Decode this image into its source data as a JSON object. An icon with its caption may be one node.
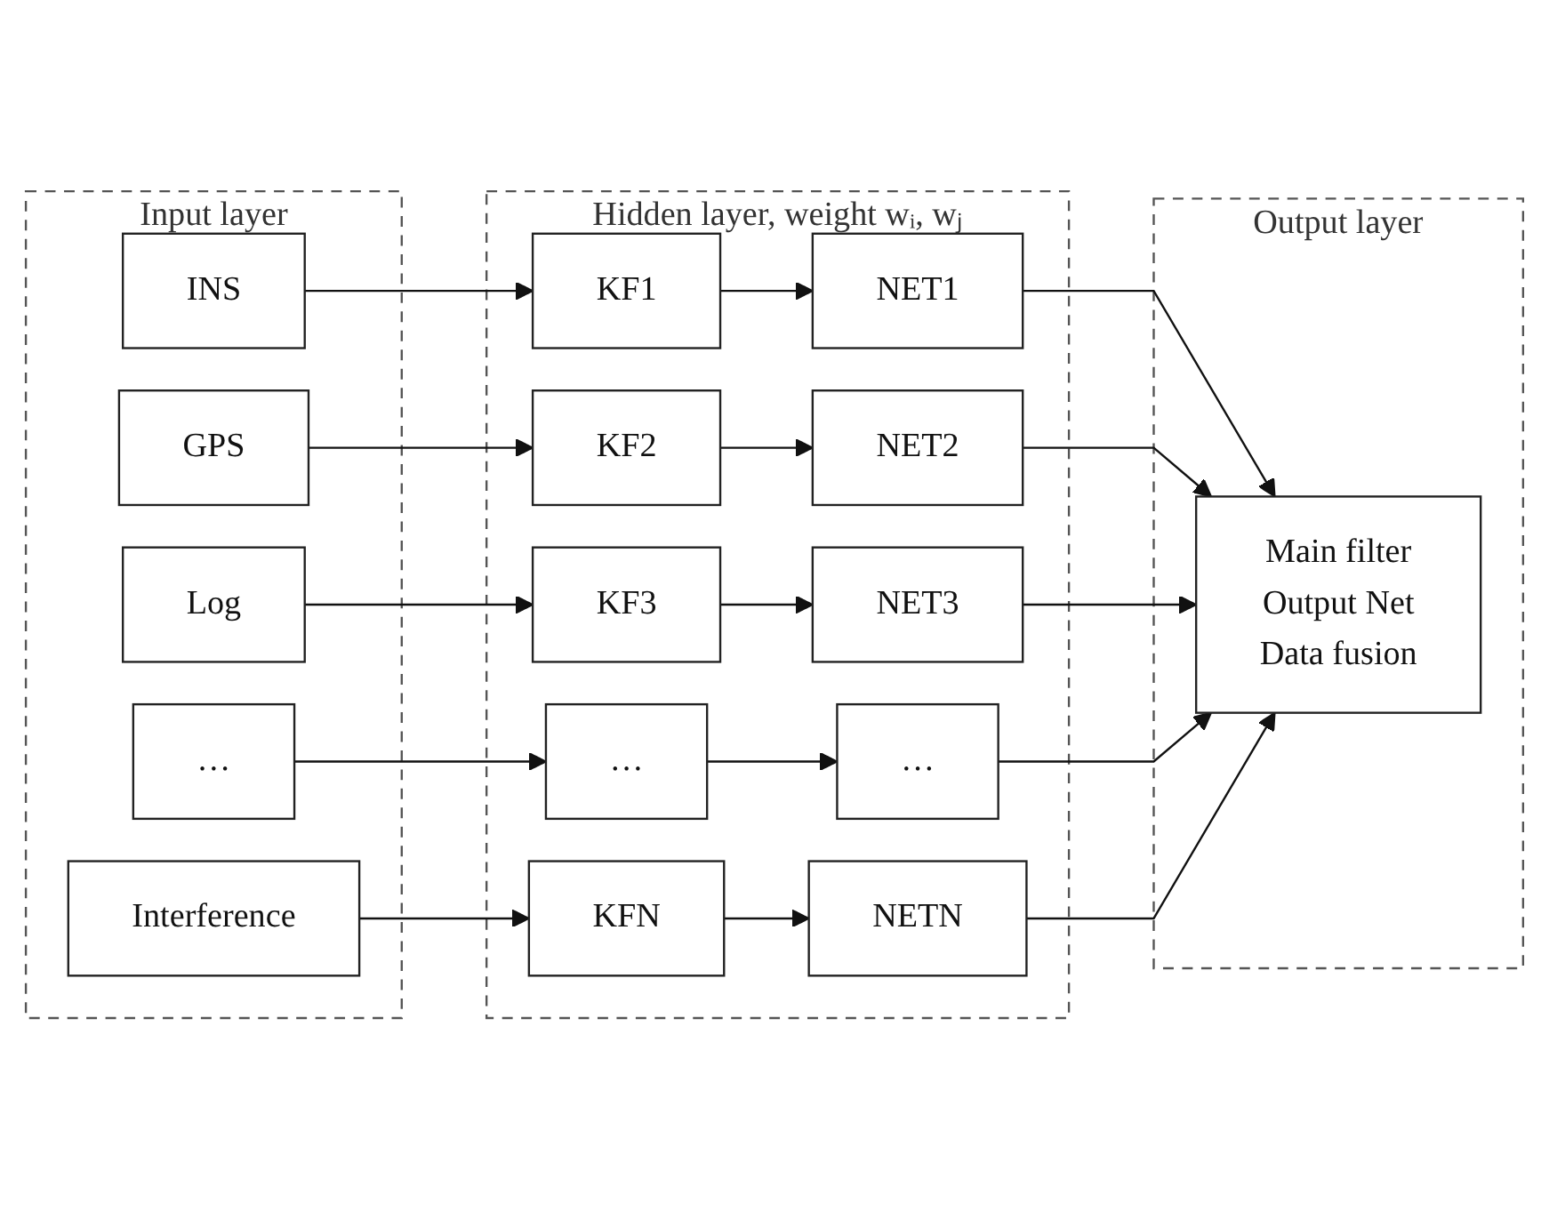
{
  "diagram": {
    "nodes": [
      {
        "text": [
          "Input layer"
        ]
      },
      {
        "text": [
          "INS"
        ],
        "in": 0
      },
      {
        "text": [
          "GPS"
        ],
        "in": 0
      },
      {
        "text": [
          "Log"
        ],
        "in": 0
      },
      {
        "text": [
          "…"
        ],
        "in": 0
      },
      {
        "text": [
          "Interference"
        ],
        "in": 0
      },
      {
        "text": [
          "Hidden layer, weight wᵢ, wⱼ"
        ]
      },
      {
        "text": [
          "KF1"
        ],
        "in": 6
      },
      {
        "text": [
          "NET1"
        ],
        "in": 6
      },
      {
        "text": [
          "KF2"
        ],
        "in": 6
      },
      {
        "text": [
          "NET2"
        ],
        "in": 6
      },
      {
        "text": [
          "KF3"
        ],
        "in": 6
      },
      {
        "text": [
          "NET3"
        ],
        "in": 6
      },
      {
        "text": [
          "…"
        ],
        "in": 6
      },
      {
        "text": [
          "…"
        ],
        "in": 6
      },
      {
        "text": [
          "KFN"
        ],
        "in": 6
      },
      {
        "text": [
          "NETN"
        ],
        "in": 6
      },
      {
        "text": [
          "Output layer"
        ]
      },
      {
        "text": [
          "Main filter",
          "Output Net",
          "Data fusion"
        ],
        "in": 17
      }
    ],
    "edges": [
      {
        "from": 1,
        "to": 7,
        "arrow": "to"
      },
      {
        "from": 7,
        "to": 8,
        "arrow": "to"
      },
      {
        "from": 2,
        "to": 9,
        "arrow": "to"
      },
      {
        "from": 9,
        "to": 10,
        "arrow": "to"
      },
      {
        "from": 3,
        "to": 11,
        "arrow": "to"
      },
      {
        "from": 11,
        "to": 12,
        "arrow": "to"
      },
      {
        "from": 4,
        "to": 13,
        "arrow": "to"
      },
      {
        "from": 13,
        "to": 14,
        "arrow": "to"
      },
      {
        "from": 5,
        "to": 15,
        "arrow": "to"
      },
      {
        "from": 15,
        "to": 16,
        "arrow": "to"
      },
      {
        "from": 8,
        "to": 18,
        "arrow": "to"
      },
      {
        "from": 10,
        "to": 18,
        "arrow": "to"
      },
      {
        "from": 12,
        "to": 18,
        "arrow": "to"
      },
      {
        "from": 14,
        "to": 18,
        "arrow": "to"
      },
      {
        "from": 16,
        "to": 18,
        "arrow": "to"
      }
    ]
  }
}
